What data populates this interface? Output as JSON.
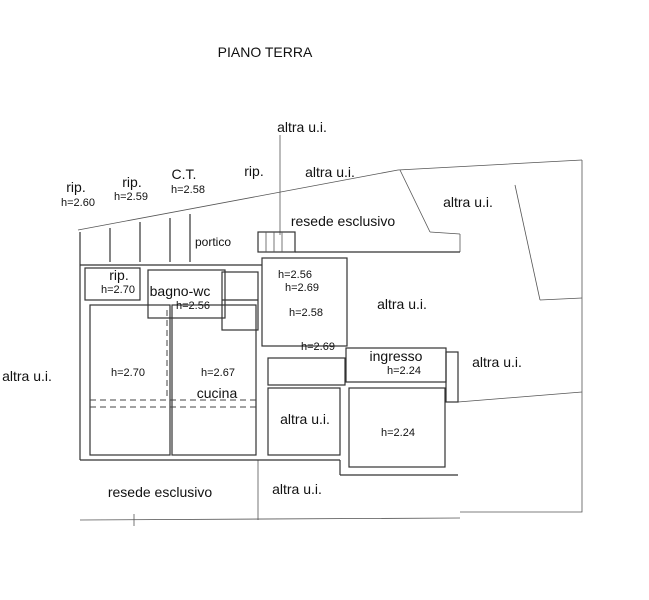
{
  "title": "PIANO TERRA",
  "labels": {
    "altra_top": "altra u.i.",
    "altra_top2": "altra u.i.",
    "altra_topright": "altra u.i.",
    "rip1": "rip.",
    "rip1_h": "h=2.60",
    "rip2": "rip.",
    "rip2_h": "h=2.59",
    "ct": "C.T.",
    "ct_h": "h=2.58",
    "rip3": "rip.",
    "resede_top": "resede esclusivo",
    "portico": "portico",
    "rip4": "rip.",
    "rip4_h": "h=2.70",
    "bagno": "bagno-wc",
    "bagno_h": "h=2.56",
    "small_h1": "h=2.56",
    "small_h2": "h=2.69",
    "room_h258": "h=2.58",
    "altra_mid": "altra u.i.",
    "corr_h": "h=2.69",
    "ingresso": "ingresso",
    "ingresso_h": "h=2.24",
    "altra_right": "altra u.i.",
    "altra_left": "altra u.i.",
    "room_h270": "h=2.70",
    "cucina_h": "h=2.67",
    "cucina": "cucina",
    "altra_center": "altra u.i.",
    "room_h224": "h=2.24",
    "resede_bottom": "resede esclusivo",
    "altra_bottom": "altra u.i."
  }
}
